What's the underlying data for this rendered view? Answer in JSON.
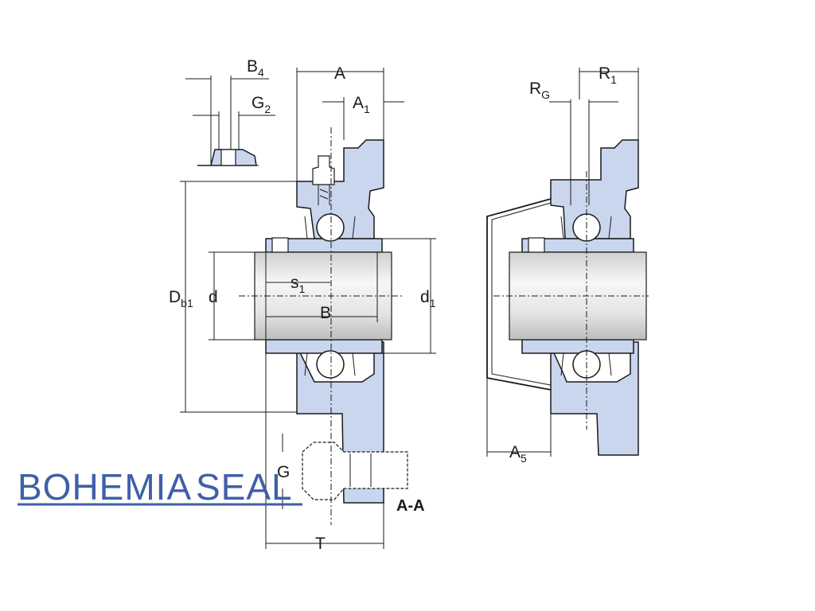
{
  "labels": {
    "B4": {
      "main": "B",
      "sub": "4"
    },
    "G2": {
      "main": "G",
      "sub": "2"
    },
    "A": {
      "main": "A",
      "sub": ""
    },
    "A1": {
      "main": "A",
      "sub": "1"
    },
    "RG": {
      "main": "R",
      "sub": "G"
    },
    "R1": {
      "main": "R",
      "sub": "1"
    },
    "Db1": {
      "main": "D",
      "sub": "b1"
    },
    "d": {
      "main": "d",
      "sub": ""
    },
    "s1": {
      "main": "s",
      "sub": "1"
    },
    "B": {
      "main": "B",
      "sub": ""
    },
    "d1": {
      "main": "d",
      "sub": "1"
    },
    "G": {
      "main": "G",
      "sub": ""
    },
    "T": {
      "main": "T",
      "sub": ""
    },
    "A5": {
      "main": "A",
      "sub": "5"
    }
  },
  "section_label": "A-A",
  "logo": {
    "part1": "BOHEMIA",
    "part2": "SEAL",
    "color": "#3f5fa8"
  },
  "colors": {
    "housing": "#c9d6ee",
    "line": "#1a1a1a",
    "shaft_light": "#f4f4f4",
    "shaft_dark": "#c8c8c8"
  }
}
